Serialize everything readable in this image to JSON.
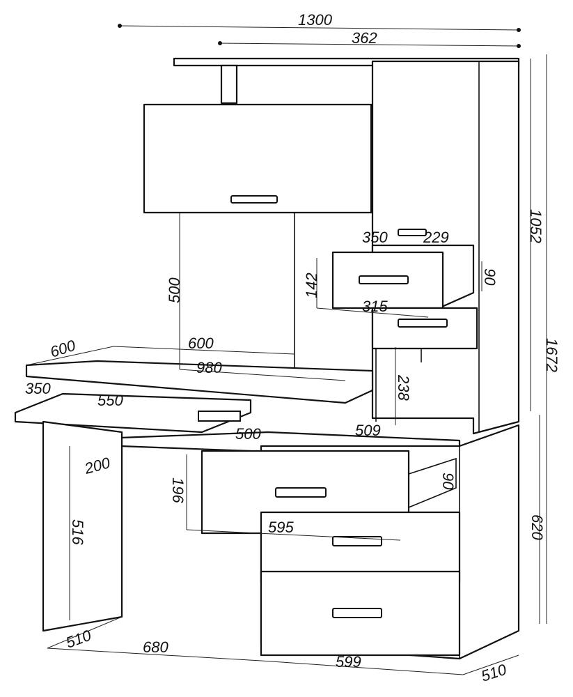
{
  "title": "Computer desk dimension drawing",
  "dimensions": {
    "overall_width": "1300",
    "tower_width": "362",
    "upper_height": "1052",
    "total_height": "1672",
    "shelf_gap_height": "500",
    "top_depth": "600",
    "top_width": "600",
    "top_length": "980",
    "keyboard_depth": "350",
    "keyboard_width": "550",
    "small_drawer_depth": "350",
    "small_drawer_inner": "229",
    "small_drawer_height": "142",
    "small_drawer_inner_height": "90",
    "small_drawer_width": "315",
    "niche_height": "238",
    "niche_width": "509",
    "lower_shelf_width": "500",
    "lower_shelf_depth": "200",
    "big_drawer_height": "196",
    "big_drawer_inner_height": "90",
    "big_drawer_width": "595",
    "leg_height": "516",
    "pedestal_height": "620",
    "leg_depth": "510",
    "leg_to_pedestal": "680",
    "pedestal_width": "599",
    "pedestal_depth": "510"
  }
}
